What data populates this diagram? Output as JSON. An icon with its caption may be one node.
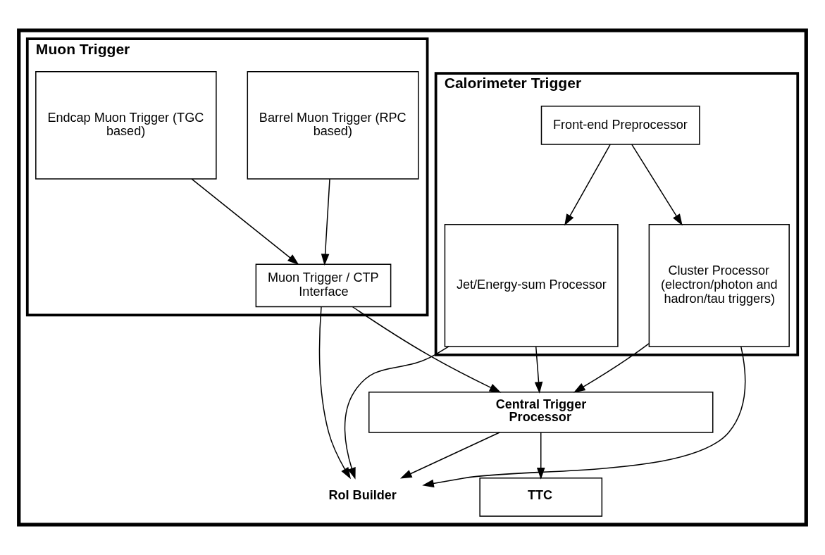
{
  "diagram": {
    "nodes": [
      {
        "text": [],
        "shape": "box"
      },
      {
        "text": [
          "Calorimeter Trigger"
        ],
        "in": 0
      },
      {
        "text": [
          "Front-end Preprocessor"
        ],
        "in": 1
      },
      {
        "text": [
          "Cluster Processor (electron/photon and hadron/tau triggers)"
        ],
        "in": 1
      },
      {
        "text": [
          "Jet/Energy-sum Processor"
        ],
        "in": 1
      },
      {
        "text": [
          "Muon Trigger"
        ],
        "in": 0
      },
      {
        "text": [
          "Endcap Muon Trigger (TGC based)"
        ],
        "in": 5
      },
      {
        "text": [
          "Barrel Muon Trigger (RPC based)"
        ],
        "in": 5
      },
      {
        "text": [
          "Muon Trigger / CTP Interface"
        ],
        "in": 5
      },
      {
        "text": [
          "Central Trigger Processor"
        ],
        "in": 0
      },
      {
        "text": [
          "TTC"
        ],
        "in": 0
      },
      {
        "text": [
          "RoI Builder"
        ],
        "in": 0
      }
    ],
    "edges": [
      {
        "from": 2,
        "to": 3,
        "arrow": "to"
      },
      {
        "from": 2,
        "to": 4,
        "arrow": "to"
      },
      {
        "from": 6,
        "to": 8,
        "arrow": "to"
      },
      {
        "from": 7,
        "to": 8,
        "arrow": "to"
      },
      {
        "from": 3,
        "to": 9,
        "arrow": "to"
      },
      {
        "from": 4,
        "to": 9,
        "arrow": "to"
      },
      {
        "from": 8,
        "to": 9,
        "arrow": "to"
      },
      {
        "from": 9,
        "to": 11,
        "arrow": "to"
      },
      {
        "from": 3,
        "to": 11,
        "arrow": "to"
      },
      {
        "from": 4,
        "to": 11,
        "arrow": "to"
      },
      {
        "from": 8,
        "to": 11,
        "arrow": "to"
      },
      {
        "from": 9,
        "to": 10,
        "arrow": "to"
      }
    ]
  }
}
